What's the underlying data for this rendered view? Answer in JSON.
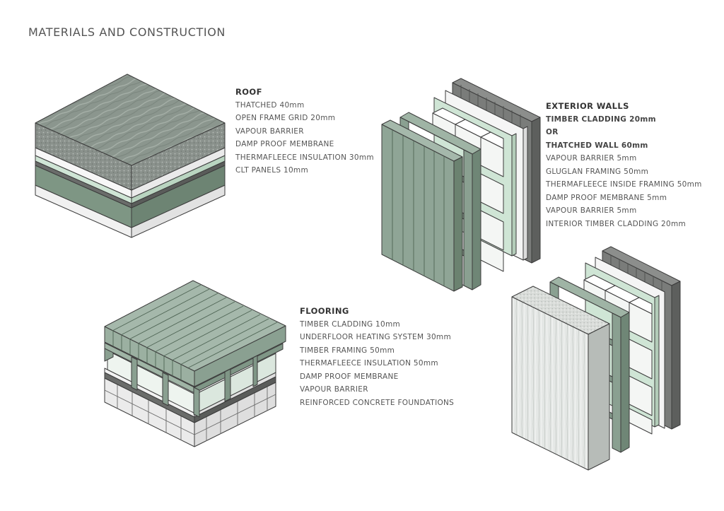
{
  "page": {
    "title": "MATERIALS AND CONSTRUCTION"
  },
  "roof": {
    "heading": "ROOF",
    "layers": [
      "THATCHED 40mm",
      "OPEN FRAME GRID 20mm",
      "VAPOUR BARRIER",
      "DAMP PROOF MEMBRANE",
      "THERMAFLEECE INSULATION 30mm",
      "CLT PANELS 10mm"
    ]
  },
  "exterior_walls": {
    "heading": "EXTERIOR WALLS",
    "options": [
      "TIMBER CLADDING 20mm",
      "OR",
      "THATCHED WALL 60mm"
    ],
    "layers": [
      "VAPOUR BARRIER 5mm",
      "GLUGLAN FRAMING 50mm",
      "THERMAFLEECE INSIDE FRAMING 50mm",
      "DAMP PROOF MEMBRANE 5mm",
      "VAPOUR BARRIER 5mm",
      "INTERIOR TIMBER CLADDING 20mm"
    ]
  },
  "flooring": {
    "heading": "FLOORING",
    "layers": [
      "TIMBER CLADDING 10mm",
      "UNDERFLOOR HEATING SYSTEM 30mm",
      "TIMBER FRAMING 50mm",
      "THERMAFLEECE INSULATION 50mm",
      "DAMP PROOF MEMBRANE",
      "VAPOUR BARRIER",
      "REINFORCED CONCRETE FOUNDATIONS"
    ]
  },
  "colors": {
    "timber_green": "#8fa596",
    "dark_grey": "#6e706e",
    "mint": "#cfe5d5",
    "insulation": "#eef4ef",
    "thatch": "#9aa39c",
    "stroke": "#3c3c3c"
  }
}
